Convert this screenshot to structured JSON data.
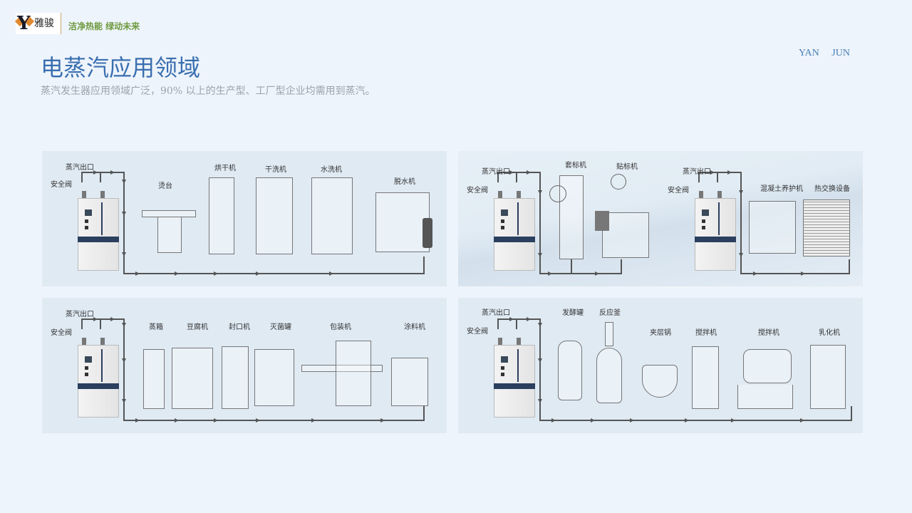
{
  "header": {
    "logo_text": "雅骏",
    "logo_letter": "Y",
    "slogan": "洁净热能 绿动未来",
    "brand_en": "YAN JUN"
  },
  "main": {
    "title": "电蒸汽应用领域",
    "subtitle": "蒸汽发生器应用领域广泛，90% 以上的生产型、工厂型企业均需用到蒸汽。"
  },
  "panels": [
    {
      "steam_outlet": "蒸汽出口",
      "safety_valve": "安全阀",
      "machines": [
        "烫台",
        "烘干机",
        "干洗机",
        "水洗机",
        "脱水机"
      ]
    },
    {
      "steam_outlet": "蒸汽出口",
      "safety_valve": "安全阀",
      "machines": [
        "套标机",
        "贴标机"
      ],
      "steam_outlet_2": "蒸汽出口",
      "safety_valve_2": "安全阀",
      "machines_2": [
        "混凝土养护机",
        "热交换设备"
      ]
    },
    {
      "steam_outlet": "蒸汽出口",
      "safety_valve": "安全阀",
      "machines": [
        "蒸箱",
        "豆腐机",
        "封口机",
        "灭菌罐",
        "包装机",
        "涂料机"
      ]
    },
    {
      "steam_outlet": "蒸汽出口",
      "safety_valve": "安全阀",
      "machines": [
        "发酵罐",
        "反应釜",
        "夹层锅",
        "搅拌机",
        "搅拌机",
        "乳化机"
      ]
    }
  ],
  "colors": {
    "background": "#eef4fb",
    "title": "#3a6fb0",
    "slogan": "#6e9a3f",
    "logo_accent": "#e0892e",
    "panel": "#dfeaf3",
    "boiler_stripe": "#2b3f5e"
  }
}
